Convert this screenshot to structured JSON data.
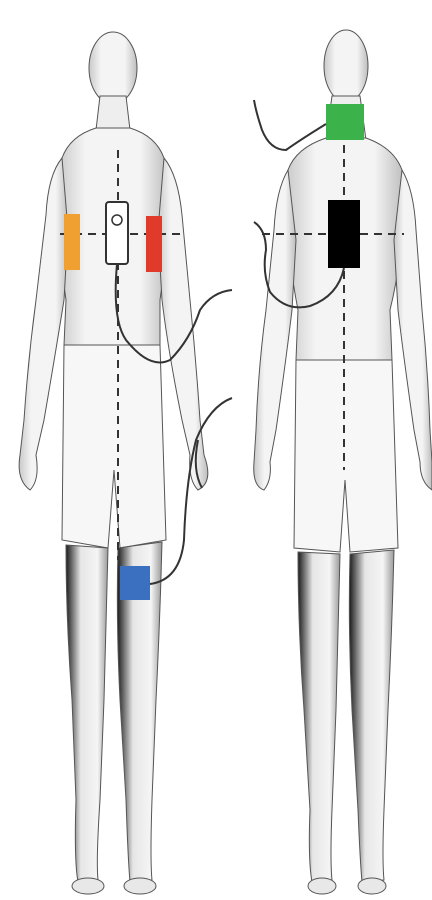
{
  "figures": [
    {
      "view": "front"
    },
    {
      "view": "back"
    }
  ],
  "sensors": [
    {
      "id": "right-arm-sensor",
      "color": "#F0A030"
    },
    {
      "id": "left-arm-sensor",
      "color": "#E03A2A"
    },
    {
      "id": "chest-device",
      "color": "#FFFFFF"
    },
    {
      "id": "thigh-sensor",
      "color": "#3B6FC0"
    },
    {
      "id": "neck-sensor",
      "color": "#3CB24A"
    },
    {
      "id": "back-device",
      "color": "#000000"
    }
  ],
  "reference_lines": {
    "style": "dashed",
    "color": "#333333"
  },
  "cable_color": "#333333"
}
